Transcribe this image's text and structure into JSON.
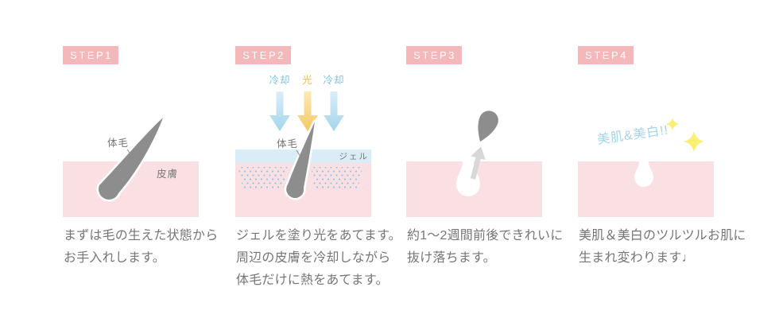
{
  "colors": {
    "badge_bg": "#f5b8ba",
    "badge_text": "#ffffff",
    "skin_pink": "#fae0e2",
    "hair_gray": "#8d8d8d",
    "gel_blue": "#daecf6",
    "cool_dots_blue": "#8ac6e8",
    "arrow_blue": "#a3d5ec",
    "arrow_yellow": "#f5c968",
    "cooling_label_blue": "#7cc4e4",
    "light_label_gold": "#f0c43e",
    "caption_gray": "#767676",
    "highlight_blue": "#a6d3e9",
    "sparkle_yellow": "#f9ef70",
    "extraction_arrow_gray": "#d8d8d8"
  },
  "steps": [
    {
      "badge": "STEP1",
      "labels": {
        "hair": "体毛",
        "skin": "皮膚"
      },
      "caption": [
        "まずは毛の生えた状態から",
        "お手入れします。"
      ]
    },
    {
      "badge": "STEP2",
      "labels": {
        "hair": "体毛",
        "gel": "ジェル",
        "cooling": "冷却",
        "light": "光"
      },
      "caption": [
        "ジェルを塗り光をあてます。",
        "周辺の皮膚を冷却しながら",
        "体毛だけに熱をあてます。"
      ]
    },
    {
      "badge": "STEP3",
      "caption": [
        "約1～2週間前後できれいに",
        "抜け落ちます。"
      ]
    },
    {
      "badge": "STEP4",
      "labels": {
        "highlight": "美肌&美白!!"
      },
      "caption": [
        "美肌＆美白のツルツルお肌に",
        "生まれ変わります♩"
      ]
    }
  ]
}
